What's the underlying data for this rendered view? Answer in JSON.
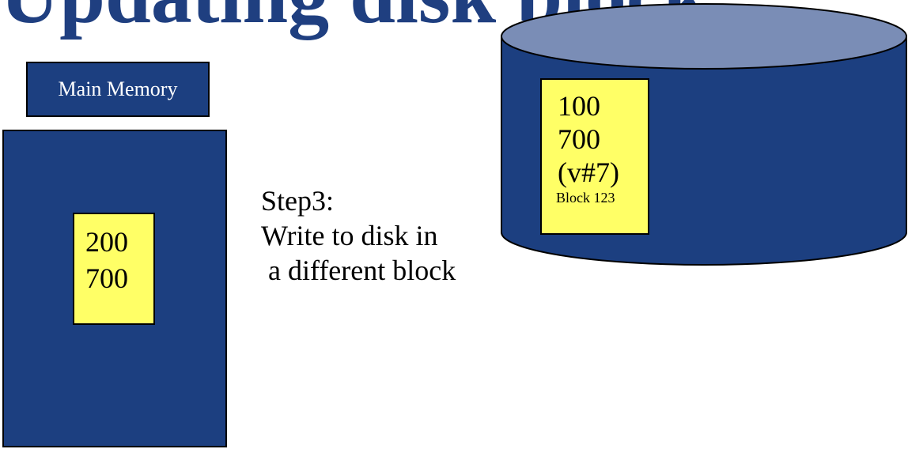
{
  "title": "Updating disk block",
  "main_memory": {
    "label": "Main Memory",
    "block": {
      "lines": [
        "200",
        "700"
      ]
    }
  },
  "step": {
    "lines": [
      "Step3:",
      "Write to disk in",
      " a different block"
    ]
  },
  "disk": {
    "block": {
      "lines": [
        "100",
        "700",
        "(v#7)"
      ],
      "caption": "Block 123"
    }
  },
  "colors": {
    "memory_fill": "#1c3f80",
    "disk_body": "#1c3f80",
    "disk_top": "#7a8db6",
    "block_fill": "#ffff66",
    "title": "#1f3f80"
  }
}
